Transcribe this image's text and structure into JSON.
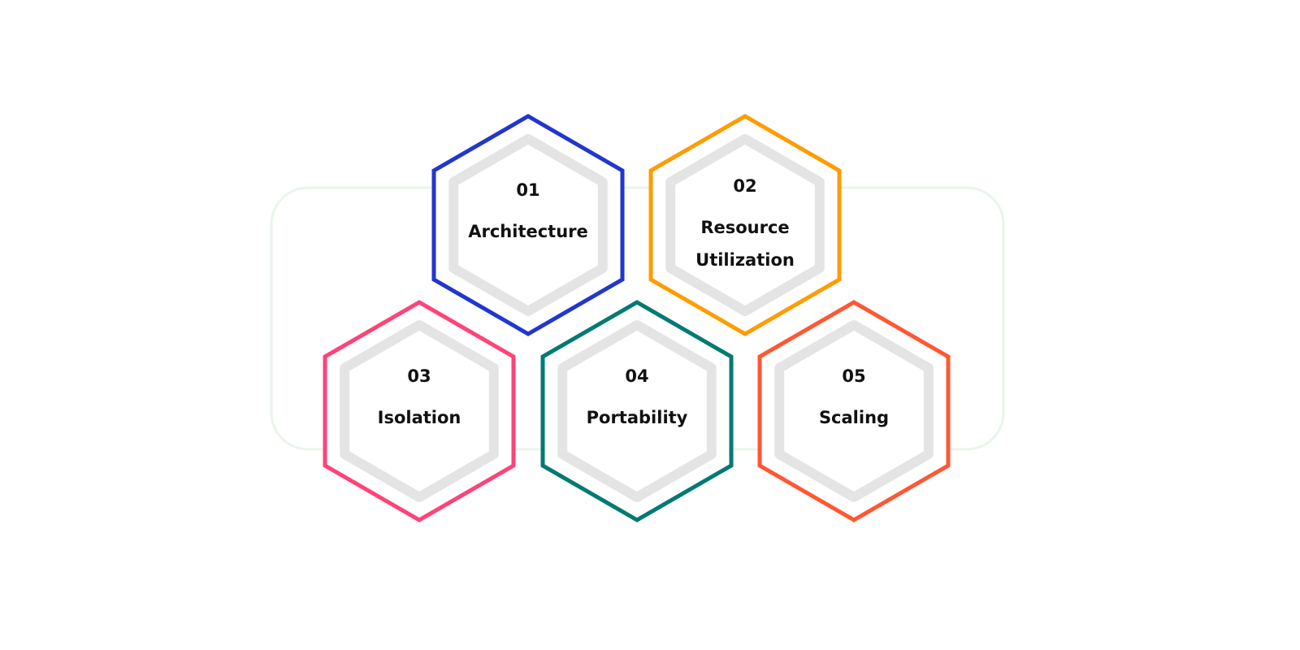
{
  "items": [
    {
      "number": "01",
      "lines": [
        "Architecture"
      ],
      "color": "#2236cf"
    },
    {
      "number": "02",
      "lines": [
        "Resource",
        "Utilization"
      ],
      "color": "#ff9c00"
    },
    {
      "number": "03",
      "lines": [
        "Isolation"
      ],
      "color": "#ff4379"
    },
    {
      "number": "04",
      "lines": [
        "Portability"
      ],
      "color": "#007a72"
    },
    {
      "number": "05",
      "lines": [
        "Scaling"
      ],
      "color": "#ff5733"
    }
  ],
  "frame_color": "#e9f5ea",
  "inner_color": "#e4e4e4"
}
